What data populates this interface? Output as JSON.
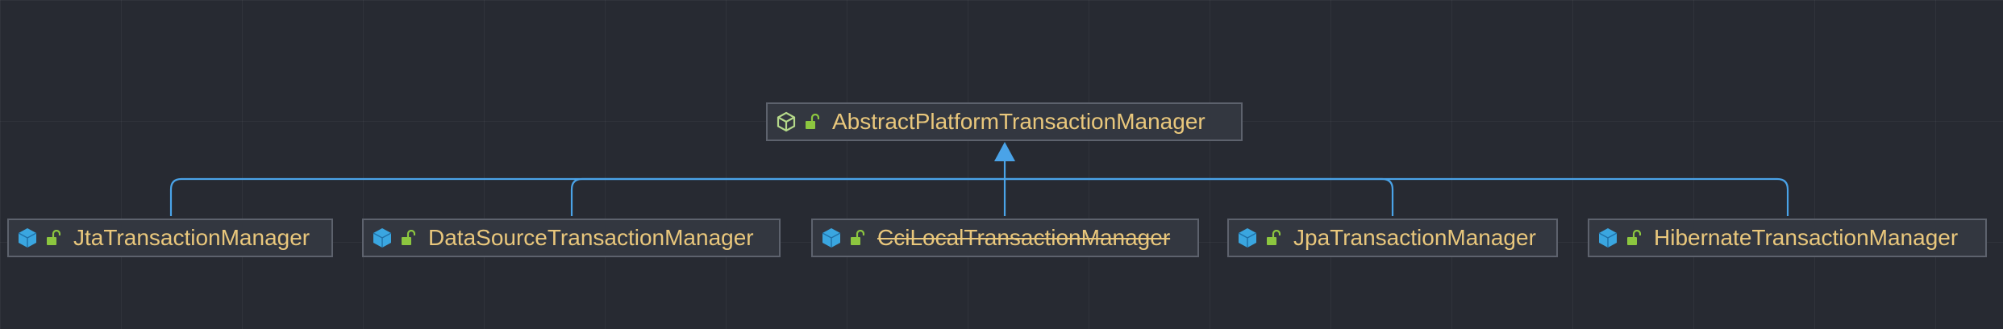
{
  "diagram": {
    "parent": {
      "label": "AbstractPlatformTransactionManager",
      "kind": "abstract-class"
    },
    "children": [
      {
        "label": "JtaTransactionManager",
        "kind": "class",
        "deprecated": false
      },
      {
        "label": "DataSourceTransactionManager",
        "kind": "class",
        "deprecated": false
      },
      {
        "label": "CciLocalTransactionManager",
        "kind": "class",
        "deprecated": true
      },
      {
        "label": "JpaTransactionManager",
        "kind": "class",
        "deprecated": false
      },
      {
        "label": "HibernateTransactionManager",
        "kind": "class",
        "deprecated": false
      }
    ],
    "relation": "inherits"
  },
  "colors": {
    "background": "#272a32",
    "node_fill": "#333740",
    "node_border": "#5d626d",
    "label": "#e9c77c",
    "edge": "#4aa3e8",
    "class_icon": "#3aa6e0",
    "abstract_icon": "#b5d98a",
    "lock_icon": "#8cc63f"
  },
  "icons": [
    "class-icon",
    "abstract-class-icon",
    "unlocked-icon"
  ]
}
